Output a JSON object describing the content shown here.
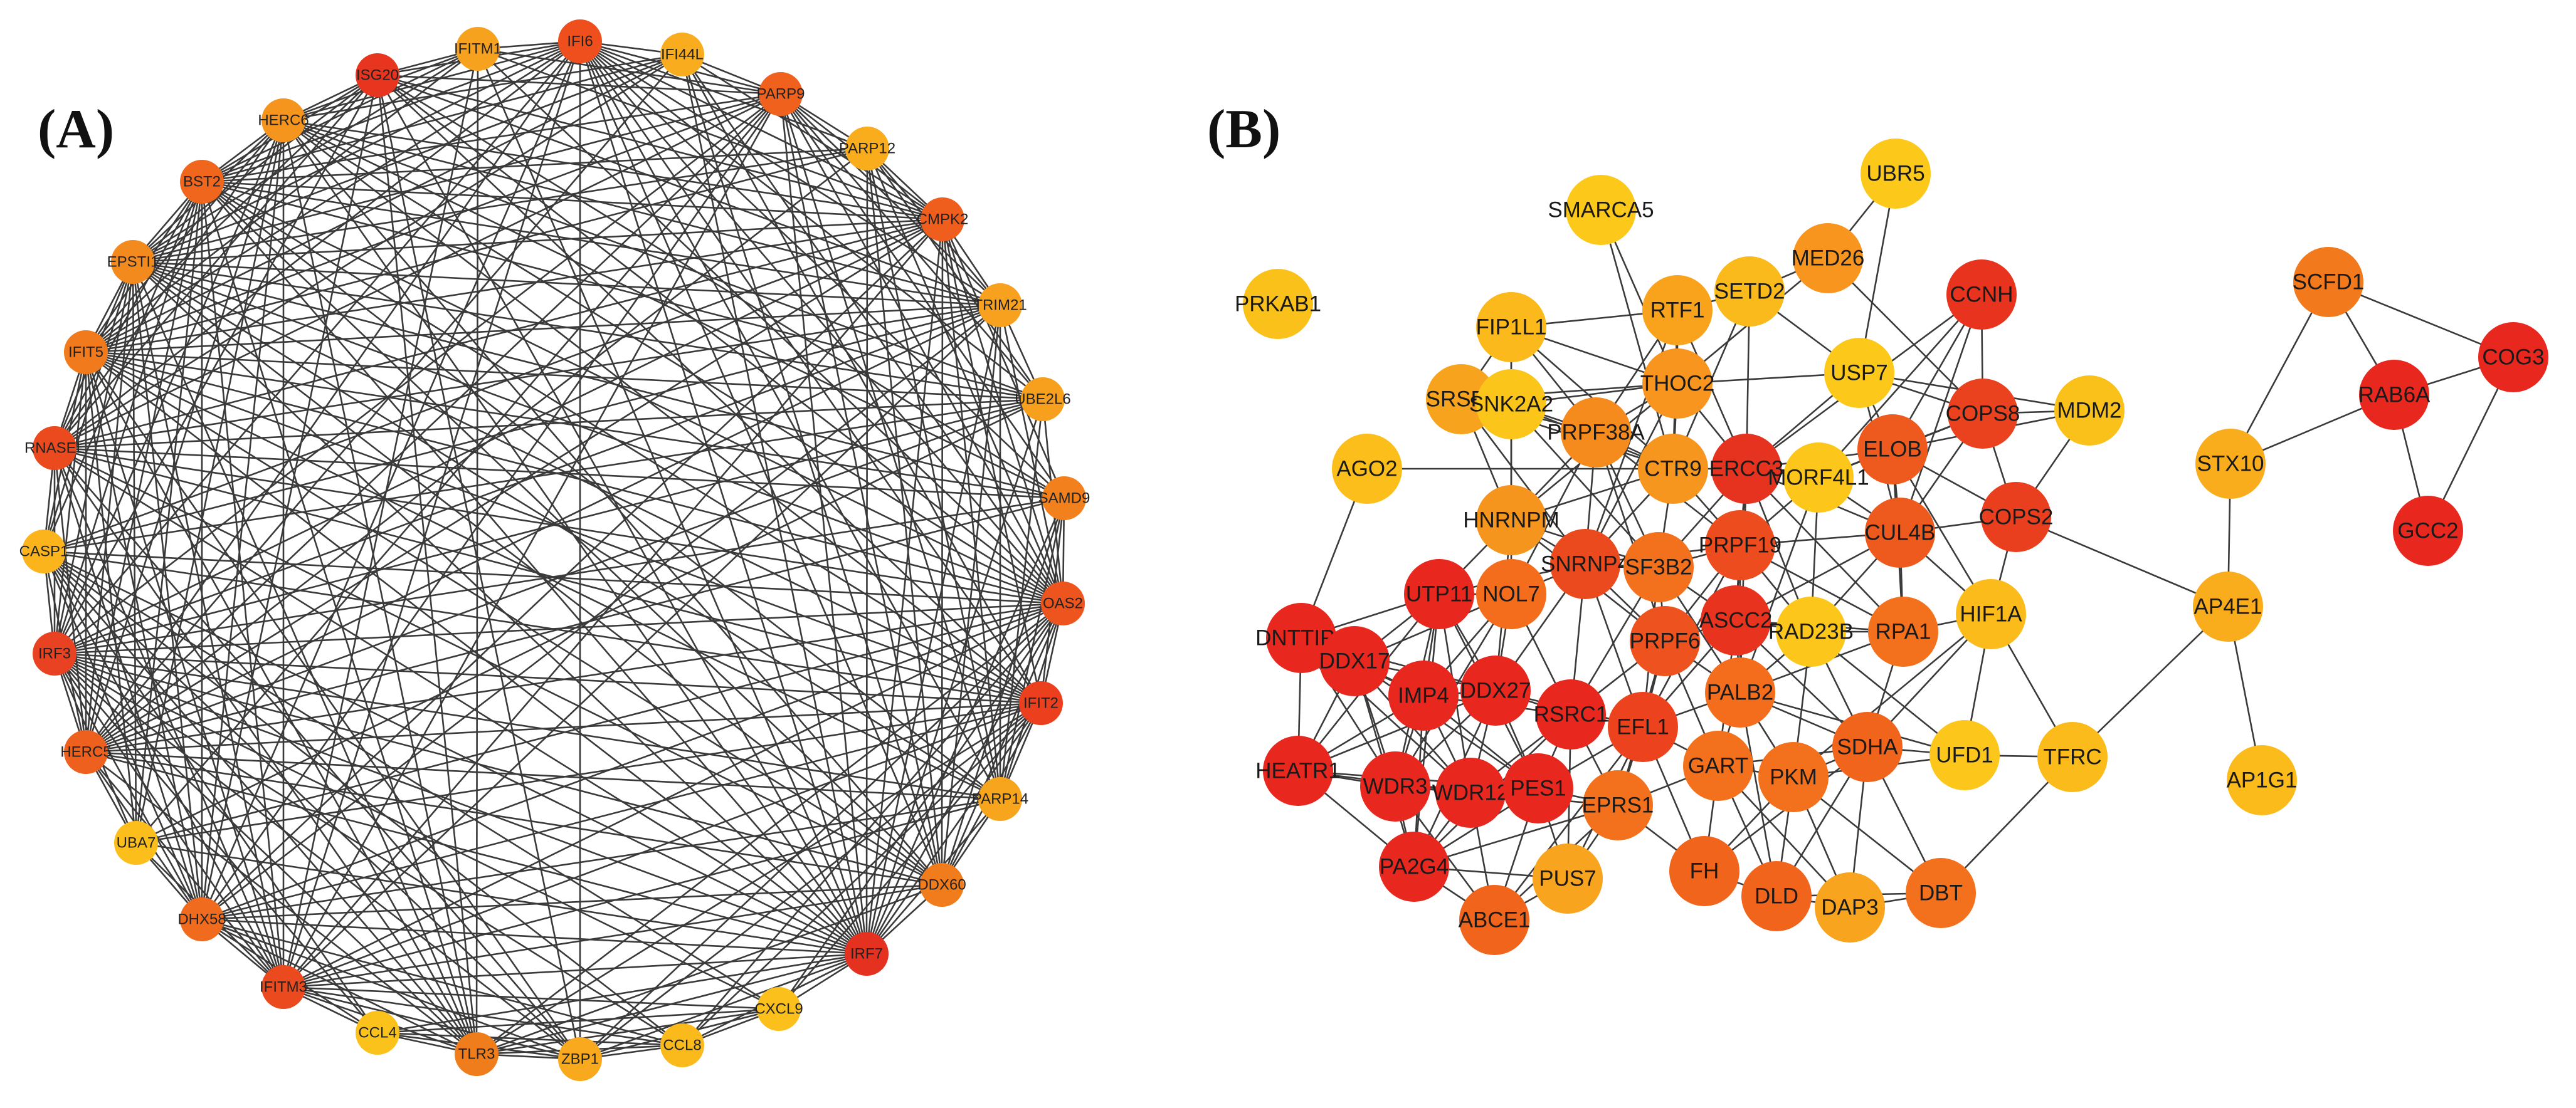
{
  "panels": [
    {
      "id": "A",
      "label": "(A)",
      "nodes": [
        {
          "id": "ISG20",
          "color": "#e8351f"
        },
        {
          "id": "IFITM1",
          "color": "#f7a21e"
        },
        {
          "id": "IFI6",
          "color": "#ee4f1d"
        },
        {
          "id": "IFI44L",
          "color": "#f9ac1d"
        },
        {
          "id": "PARP9",
          "color": "#ef611c"
        },
        {
          "id": "PARP12",
          "color": "#faad1c"
        },
        {
          "id": "CMPK2",
          "color": "#ef5e1d"
        },
        {
          "id": "TRIM21",
          "color": "#f8a11f"
        },
        {
          "id": "UBE2L6",
          "color": "#f7a01e"
        },
        {
          "id": "SAMD9",
          "color": "#f2811d"
        },
        {
          "id": "OAS2",
          "color": "#ee541e"
        },
        {
          "id": "IFIT2",
          "color": "#ec3f1e"
        },
        {
          "id": "PARP14",
          "color": "#f8a51e"
        },
        {
          "id": "DDX60",
          "color": "#f07c1c"
        },
        {
          "id": "IRF7",
          "color": "#e53220"
        },
        {
          "id": "CXCL9",
          "color": "#fbc01b"
        },
        {
          "id": "CCL8",
          "color": "#fbba1b"
        },
        {
          "id": "ZBP1",
          "color": "#f9a91d"
        },
        {
          "id": "TLR3",
          "color": "#f07d1c"
        },
        {
          "id": "CCL4",
          "color": "#fbc21b"
        },
        {
          "id": "IFITM3",
          "color": "#eb491e"
        },
        {
          "id": "DHX58",
          "color": "#f06b1d"
        },
        {
          "id": "UBA7",
          "color": "#fbbe1b"
        },
        {
          "id": "HERC5",
          "color": "#ee601d"
        },
        {
          "id": "IRF3",
          "color": "#e84222"
        },
        {
          "id": "CASP1",
          "color": "#fbb41c"
        },
        {
          "id": "RNASEL",
          "color": "#ea4a1e"
        },
        {
          "id": "IFIT5",
          "color": "#f07a1c"
        },
        {
          "id": "EPSTI1",
          "color": "#f28a1d"
        },
        {
          "id": "BST2",
          "color": "#ef661c"
        },
        {
          "id": "HERC6",
          "color": "#f5951e"
        }
      ]
    },
    {
      "id": "B",
      "label": "(B)",
      "nodes": [
        {
          "id": "PRKAB1",
          "color": "#fbc11b"
        },
        {
          "id": "SMARCA5",
          "color": "#fcc81a"
        },
        {
          "id": "UBR5",
          "color": "#fcc81a"
        },
        {
          "id": "MED26",
          "color": "#f7951e"
        },
        {
          "id": "SETD2",
          "color": "#fbba1b"
        },
        {
          "id": "RTF1",
          "color": "#f9a31d"
        },
        {
          "id": "FIP1L1",
          "color": "#fbb91b"
        },
        {
          "id": "CCNH",
          "color": "#e8341f"
        },
        {
          "id": "USP7",
          "color": "#fcc81a"
        },
        {
          "id": "THOC2",
          "color": "#f7951e"
        },
        {
          "id": "SRSF3",
          "color": "#f8a31e"
        },
        {
          "id": "CSNK2A2",
          "display": "SNK2A2",
          "color": "#fcc51a"
        },
        {
          "id": "COPS8",
          "color": "#ea421f"
        },
        {
          "id": "MDM2",
          "color": "#fbc11b"
        },
        {
          "id": "PRPF38A",
          "color": "#f58a1d"
        },
        {
          "id": "ELOB",
          "color": "#ee5a1d"
        },
        {
          "id": "AGO2",
          "color": "#fbbe1b"
        },
        {
          "id": "CTR9",
          "color": "#f7961e"
        },
        {
          "id": "ERCC2",
          "display": "ERCC3",
          "color": "#e63320"
        },
        {
          "id": "MORF4L1",
          "color": "#fcc61a"
        },
        {
          "id": "HNRNPM",
          "color": "#f6951e"
        },
        {
          "id": "CUL4B",
          "color": "#ee5a1d"
        },
        {
          "id": "COPS2",
          "color": "#ea3f1f"
        },
        {
          "id": "SNRNP40",
          "display": "SNRNP4",
          "color": "#eb4a1e"
        },
        {
          "id": "SF3B2",
          "color": "#f3701d"
        },
        {
          "id": "PRPF19",
          "color": "#ed4d1e"
        },
        {
          "id": "NOL7",
          "color": "#f36d1d"
        },
        {
          "id": "UTP11",
          "color": "#e8271f"
        },
        {
          "id": "ASCC3",
          "display": "ASCC2",
          "color": "#e8341f"
        },
        {
          "id": "DNTTIP2",
          "display": "DNTTIP2",
          "color": "#e8271f"
        },
        {
          "id": "DDX17",
          "display": "DDX17",
          "color": "#e8271f"
        },
        {
          "id": "RAD23B",
          "color": "#fcc61a"
        },
        {
          "id": "RPA1",
          "color": "#f3701d"
        },
        {
          "id": "HIF1A",
          "color": "#fbbb1b"
        },
        {
          "id": "PRPF6",
          "color": "#ee521e"
        },
        {
          "id": "IMP4",
          "color": "#e8271f"
        },
        {
          "id": "DDX27",
          "color": "#e8271f"
        },
        {
          "id": "RSRC1",
          "color": "#e8271f"
        },
        {
          "id": "PALB2",
          "color": "#f36d1d"
        },
        {
          "id": "EFL1",
          "color": "#ec431e"
        },
        {
          "id": "SDHA",
          "color": "#f1641c"
        },
        {
          "id": "HEATR1",
          "display": "HEATR1",
          "color": "#e8271f"
        },
        {
          "id": "WDR3",
          "color": "#e8271f"
        },
        {
          "id": "WDR12",
          "display": "WDR12",
          "color": "#e8271f"
        },
        {
          "id": "PES1",
          "color": "#e8271f"
        },
        {
          "id": "GART",
          "color": "#f3701d"
        },
        {
          "id": "PKM",
          "color": "#f3701d"
        },
        {
          "id": "UFD1",
          "color": "#fcc61a"
        },
        {
          "id": "TFRC",
          "color": "#fbbb1b"
        },
        {
          "id": "EPRS1",
          "color": "#f3701d"
        },
        {
          "id": "PA2G4",
          "color": "#e8271f"
        },
        {
          "id": "PUS7",
          "color": "#f8a41e"
        },
        {
          "id": "FH",
          "color": "#f1641c"
        },
        {
          "id": "DLD",
          "color": "#f1641c"
        },
        {
          "id": "DAP3",
          "color": "#f8a41e"
        },
        {
          "id": "DBT",
          "color": "#f3701d"
        },
        {
          "id": "ABCE1",
          "color": "#f1641c"
        },
        {
          "id": "SCFD1",
          "color": "#f27a1d"
        },
        {
          "id": "COG3",
          "color": "#e8271f"
        },
        {
          "id": "RAB6A",
          "color": "#e8271f"
        },
        {
          "id": "STX10",
          "color": "#f9ad1d"
        },
        {
          "id": "GCC2",
          "color": "#e8271f"
        },
        {
          "id": "AP4E1",
          "color": "#f9ad1d"
        },
        {
          "id": "AP1G1",
          "color": "#fbbb1b"
        }
      ]
    }
  ]
}
